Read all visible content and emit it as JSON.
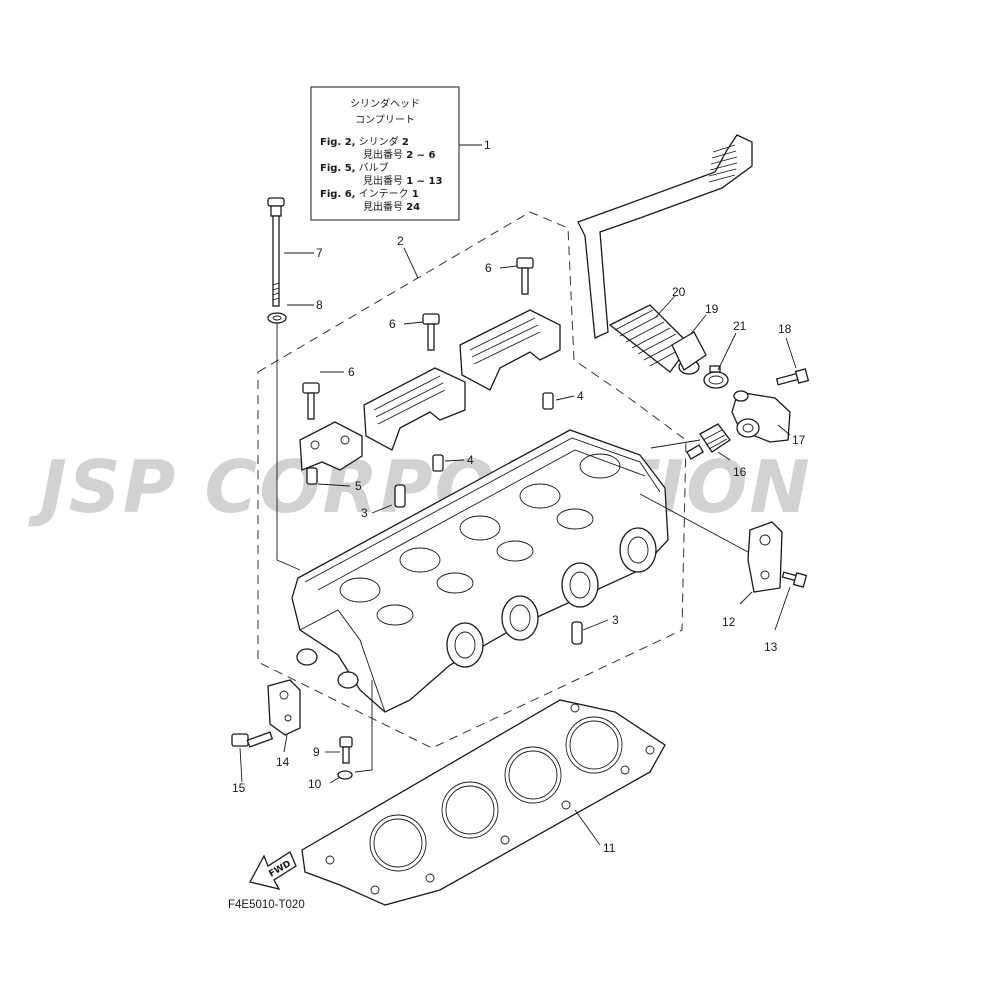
{
  "watermark": "JSP CORPORATION",
  "diagram_code": "F4E5010-T020",
  "info_box": {
    "title_line1": "シリンダヘッド",
    "title_line2": "コンプリート",
    "lines": [
      {
        "prefix": "Fig. 2,",
        "text": " シリンダ ",
        "num": "2"
      },
      {
        "prefix": "",
        "text": "見出番号 ",
        "num": "2 ~ 6"
      },
      {
        "prefix": "Fig. 5,",
        "text": " バルブ",
        "num": ""
      },
      {
        "prefix": "",
        "text": "見出番号 ",
        "num": "1 ~ 13"
      },
      {
        "prefix": "Fig. 6,",
        "text": " インテーク ",
        "num": "1"
      },
      {
        "prefix": "",
        "text": "見出番号 ",
        "num": "24"
      }
    ]
  },
  "fwd_label": "FWD",
  "callouts": {
    "c1": "1",
    "c2": "2",
    "c3a": "3",
    "c3b": "3",
    "c4a": "4",
    "c4b": "4",
    "c5": "5",
    "c6a": "6",
    "c6b": "6",
    "c6c": "6",
    "c7": "7",
    "c8": "8",
    "c9": "9",
    "c10": "10",
    "c11": "11",
    "c12": "12",
    "c13": "13",
    "c14": "14",
    "c15": "15",
    "c16": "16",
    "c17": "17",
    "c18": "18",
    "c19": "19",
    "c20": "20",
    "c21": "21"
  }
}
